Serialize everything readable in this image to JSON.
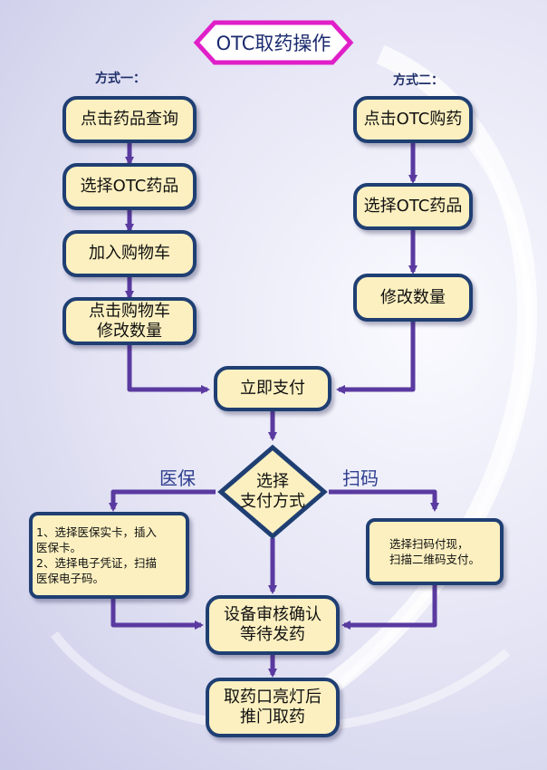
{
  "title": "OTC取药操作",
  "method_1": "方式一：",
  "method_2": "方式二：",
  "left_steps": [
    "点击药品查询",
    "选择OTC药品",
    "加入购物车",
    "点击购物车\n修改数量"
  ],
  "right_steps": [
    "点击OTC购药",
    "选择OTC药品",
    "修改数量"
  ],
  "pay_now": "立即支付",
  "decision": "选择\n支付方式",
  "branch_left": "医保",
  "branch_right": "扫码",
  "insurance_note": "1、选择医保实卡，插入\n医保卡。\n2、选择电子凭证，扫描\n医保电子码。",
  "scan_note": "选择扫码付现，\n扫描二维码支付。",
  "confirm": "设备审核确认\n等待发药",
  "pickup": "取药口亮灯后\n推门取药",
  "colors": {
    "box_fill": "#fcf0c0",
    "box_border": "#1f3f73",
    "arrow": "#5a3aa0",
    "title_border": "#e01fc8"
  }
}
